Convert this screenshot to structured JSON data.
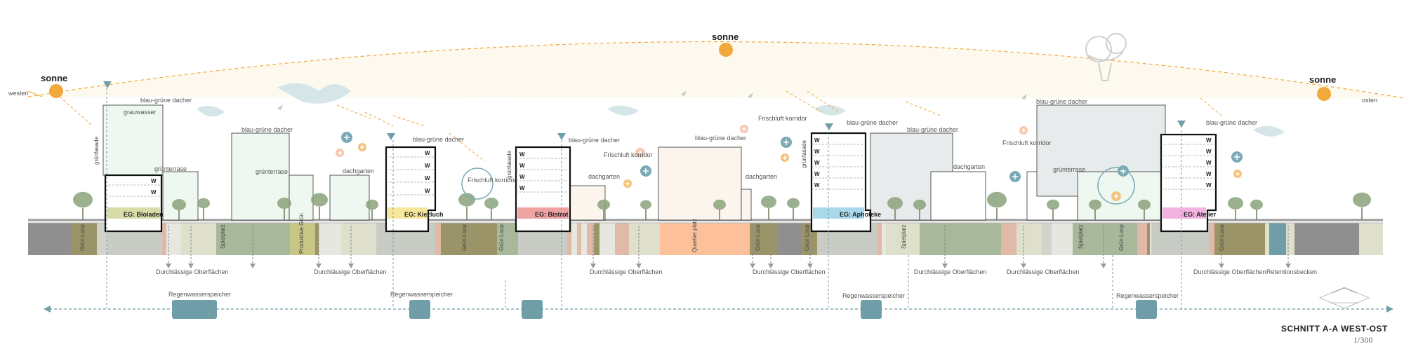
{
  "sun": {
    "label": "sonne",
    "color": "#f2a93b"
  },
  "directions": {
    "west": "westen",
    "east": "osten"
  },
  "roof_labels": {
    "blue_green": "blau-grüne dacher",
    "roof_garden": "dachgarten",
    "green_terrace": "grünterrase",
    "grey_water": "grauwasser",
    "green_facade": "grünfasade",
    "fresh_air": "Frischluft korridor"
  },
  "shops": [
    "EG: Bioladen",
    "EG: Kiezluch",
    "EG: Bistrot",
    "EG: Aphoteke",
    "EG: Atelier"
  ],
  "shop_colors": [
    "#d9dca8",
    "#f6e79a",
    "#f0a3a3",
    "#a9d8ea",
    "#f3b3e1"
  ],
  "window_mark": "W",
  "strip_labels": {
    "green_loop": "Grün Loop",
    "play": "Spielplatz",
    "productive": "Produktive Grün",
    "square": "Quartier platz"
  },
  "underground": {
    "permeable": "Durchlässige Oberflächen",
    "storage": "Regenwasserspeicher",
    "retention": "Retentionsbecken"
  },
  "drawing": {
    "title": "SCHNITT A-A WEST-OST",
    "scale": "1/300"
  },
  "colors": {
    "teal": "#6f9ea8",
    "ground_dark": "#8f8f8f",
    "green": "#a8b89a",
    "olive": "#9b9468"
  }
}
